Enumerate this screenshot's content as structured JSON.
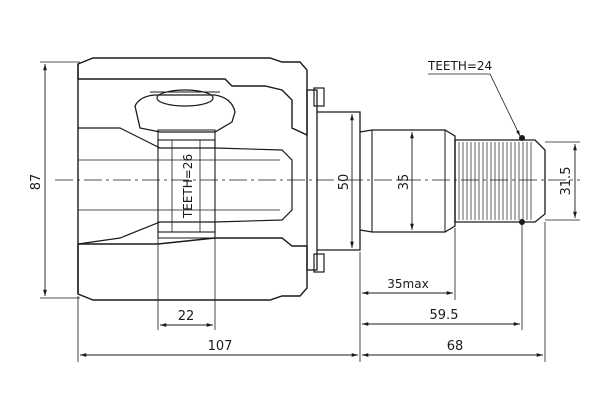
{
  "drawing": {
    "subject": "CV joint inner",
    "dimensions": {
      "overall_diameter": "87",
      "flange_diameter": "50",
      "shaft_diameter": "35",
      "spline_diameter": "31.5",
      "bore_depth": "22",
      "neck_length": "35max",
      "shaft_length": "59.5",
      "body_length": "107",
      "stem_length": "68"
    },
    "labels": {
      "outer_teeth": "TEETH=24",
      "inner_teeth": "TEETH=26"
    },
    "colors": {
      "line": "#1a1a1a",
      "hatch": "#1a1a1a",
      "background": "#ffffff"
    }
  }
}
